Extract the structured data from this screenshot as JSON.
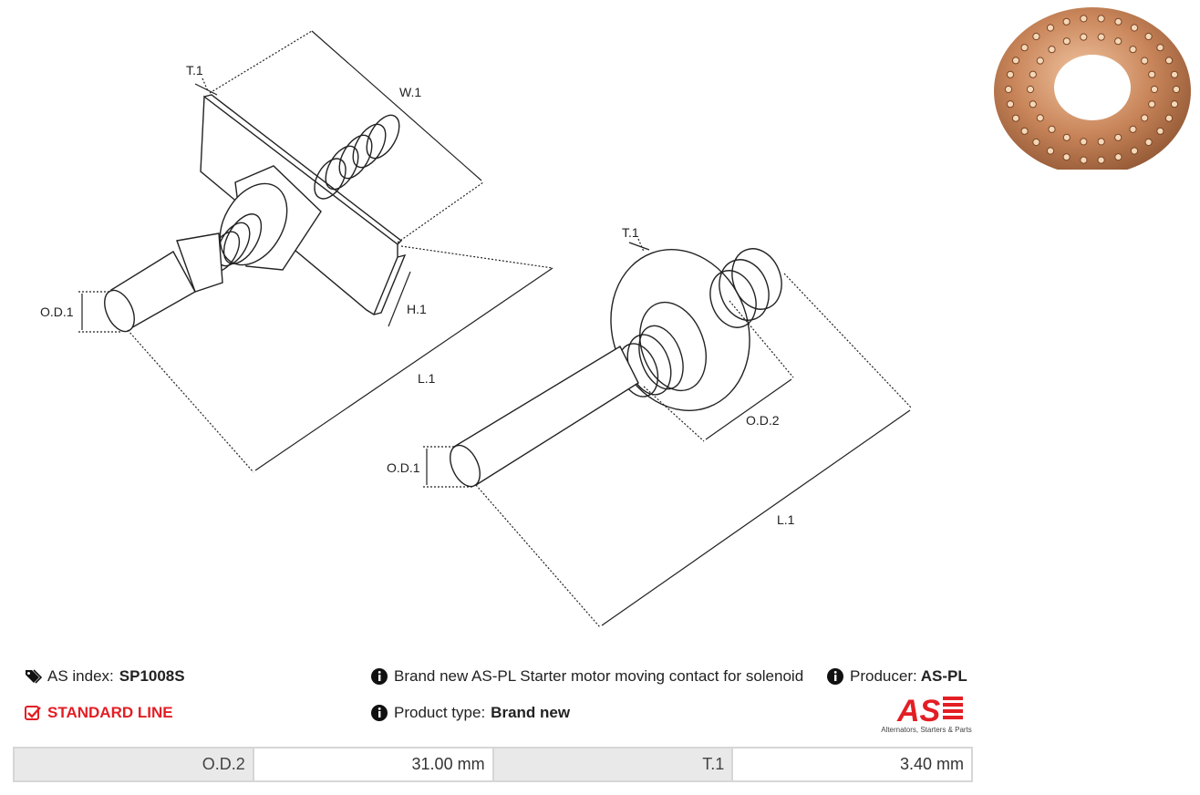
{
  "drawing": {
    "labels": {
      "t1_top": "T.1",
      "w1": "W.1",
      "od1_left": "O.D.1",
      "h1": "H.1",
      "l1_left": "L.1",
      "t1_right": "T.1",
      "od2": "O.D.2",
      "od1_right": "O.D.1",
      "l1_right": "L.1"
    }
  },
  "info": {
    "as_index_label": "AS index:",
    "as_index_value": "SP1008S",
    "line": "STANDARD LINE",
    "description": "Brand new AS-PL Starter motor moving contact for solenoid",
    "product_type_label": "Product type:",
    "product_type_value": "Brand new",
    "producer_label": "Producer:",
    "producer_value": "AS-PL"
  },
  "logo": {
    "text": "AS",
    "subtitle": "Alternators, Starters & Parts"
  },
  "params": [
    {
      "name": "O.D.2",
      "value": "31.00 mm"
    },
    {
      "name": "T.1",
      "value": "3.40 mm"
    }
  ],
  "colors": {
    "accent_red": "#e31e24",
    "copper": "#c9855a",
    "table_header_bg": "#e9e9e9"
  },
  "icons": {
    "tags": "tags-icon",
    "check": "check-square-icon",
    "info": "info-circle-icon"
  }
}
